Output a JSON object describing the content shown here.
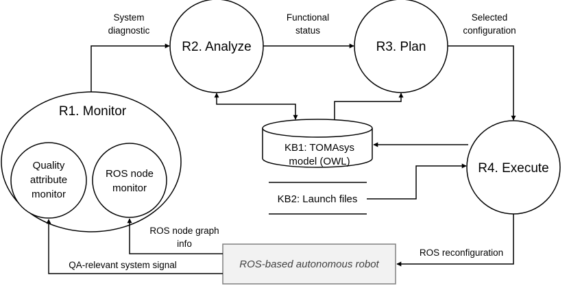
{
  "nodes": {
    "monitor": "R1. Monitor",
    "analyze": "R2. Analyze",
    "plan": "R3. Plan",
    "execute": "R4. Execute",
    "quality_monitor": [
      "Quality",
      "attribute",
      "monitor"
    ],
    "ros_node_monitor": [
      "ROS node",
      "monitor"
    ],
    "kb1": [
      "KB1: TOMAsys",
      "model (OWL)"
    ],
    "kb2": "KB2: Launch files",
    "robot": "ROS-based autonomous robot"
  },
  "edges": {
    "system_diagnostic": [
      "System",
      "diagnostic"
    ],
    "functional_status": [
      "Functional",
      "status"
    ],
    "selected_configuration": [
      "Selected",
      "configuration"
    ],
    "ros_reconfiguration": "ROS reconfiguration",
    "ros_node_graph_info": [
      "ROS node graph",
      "info"
    ],
    "qa_relevant_signal": "QA-relevant system signal"
  },
  "colors": {
    "stroke": "#000000",
    "robot_fill": "#f2f2f2",
    "robot_stroke": "#808080",
    "robot_text": "#404040"
  }
}
